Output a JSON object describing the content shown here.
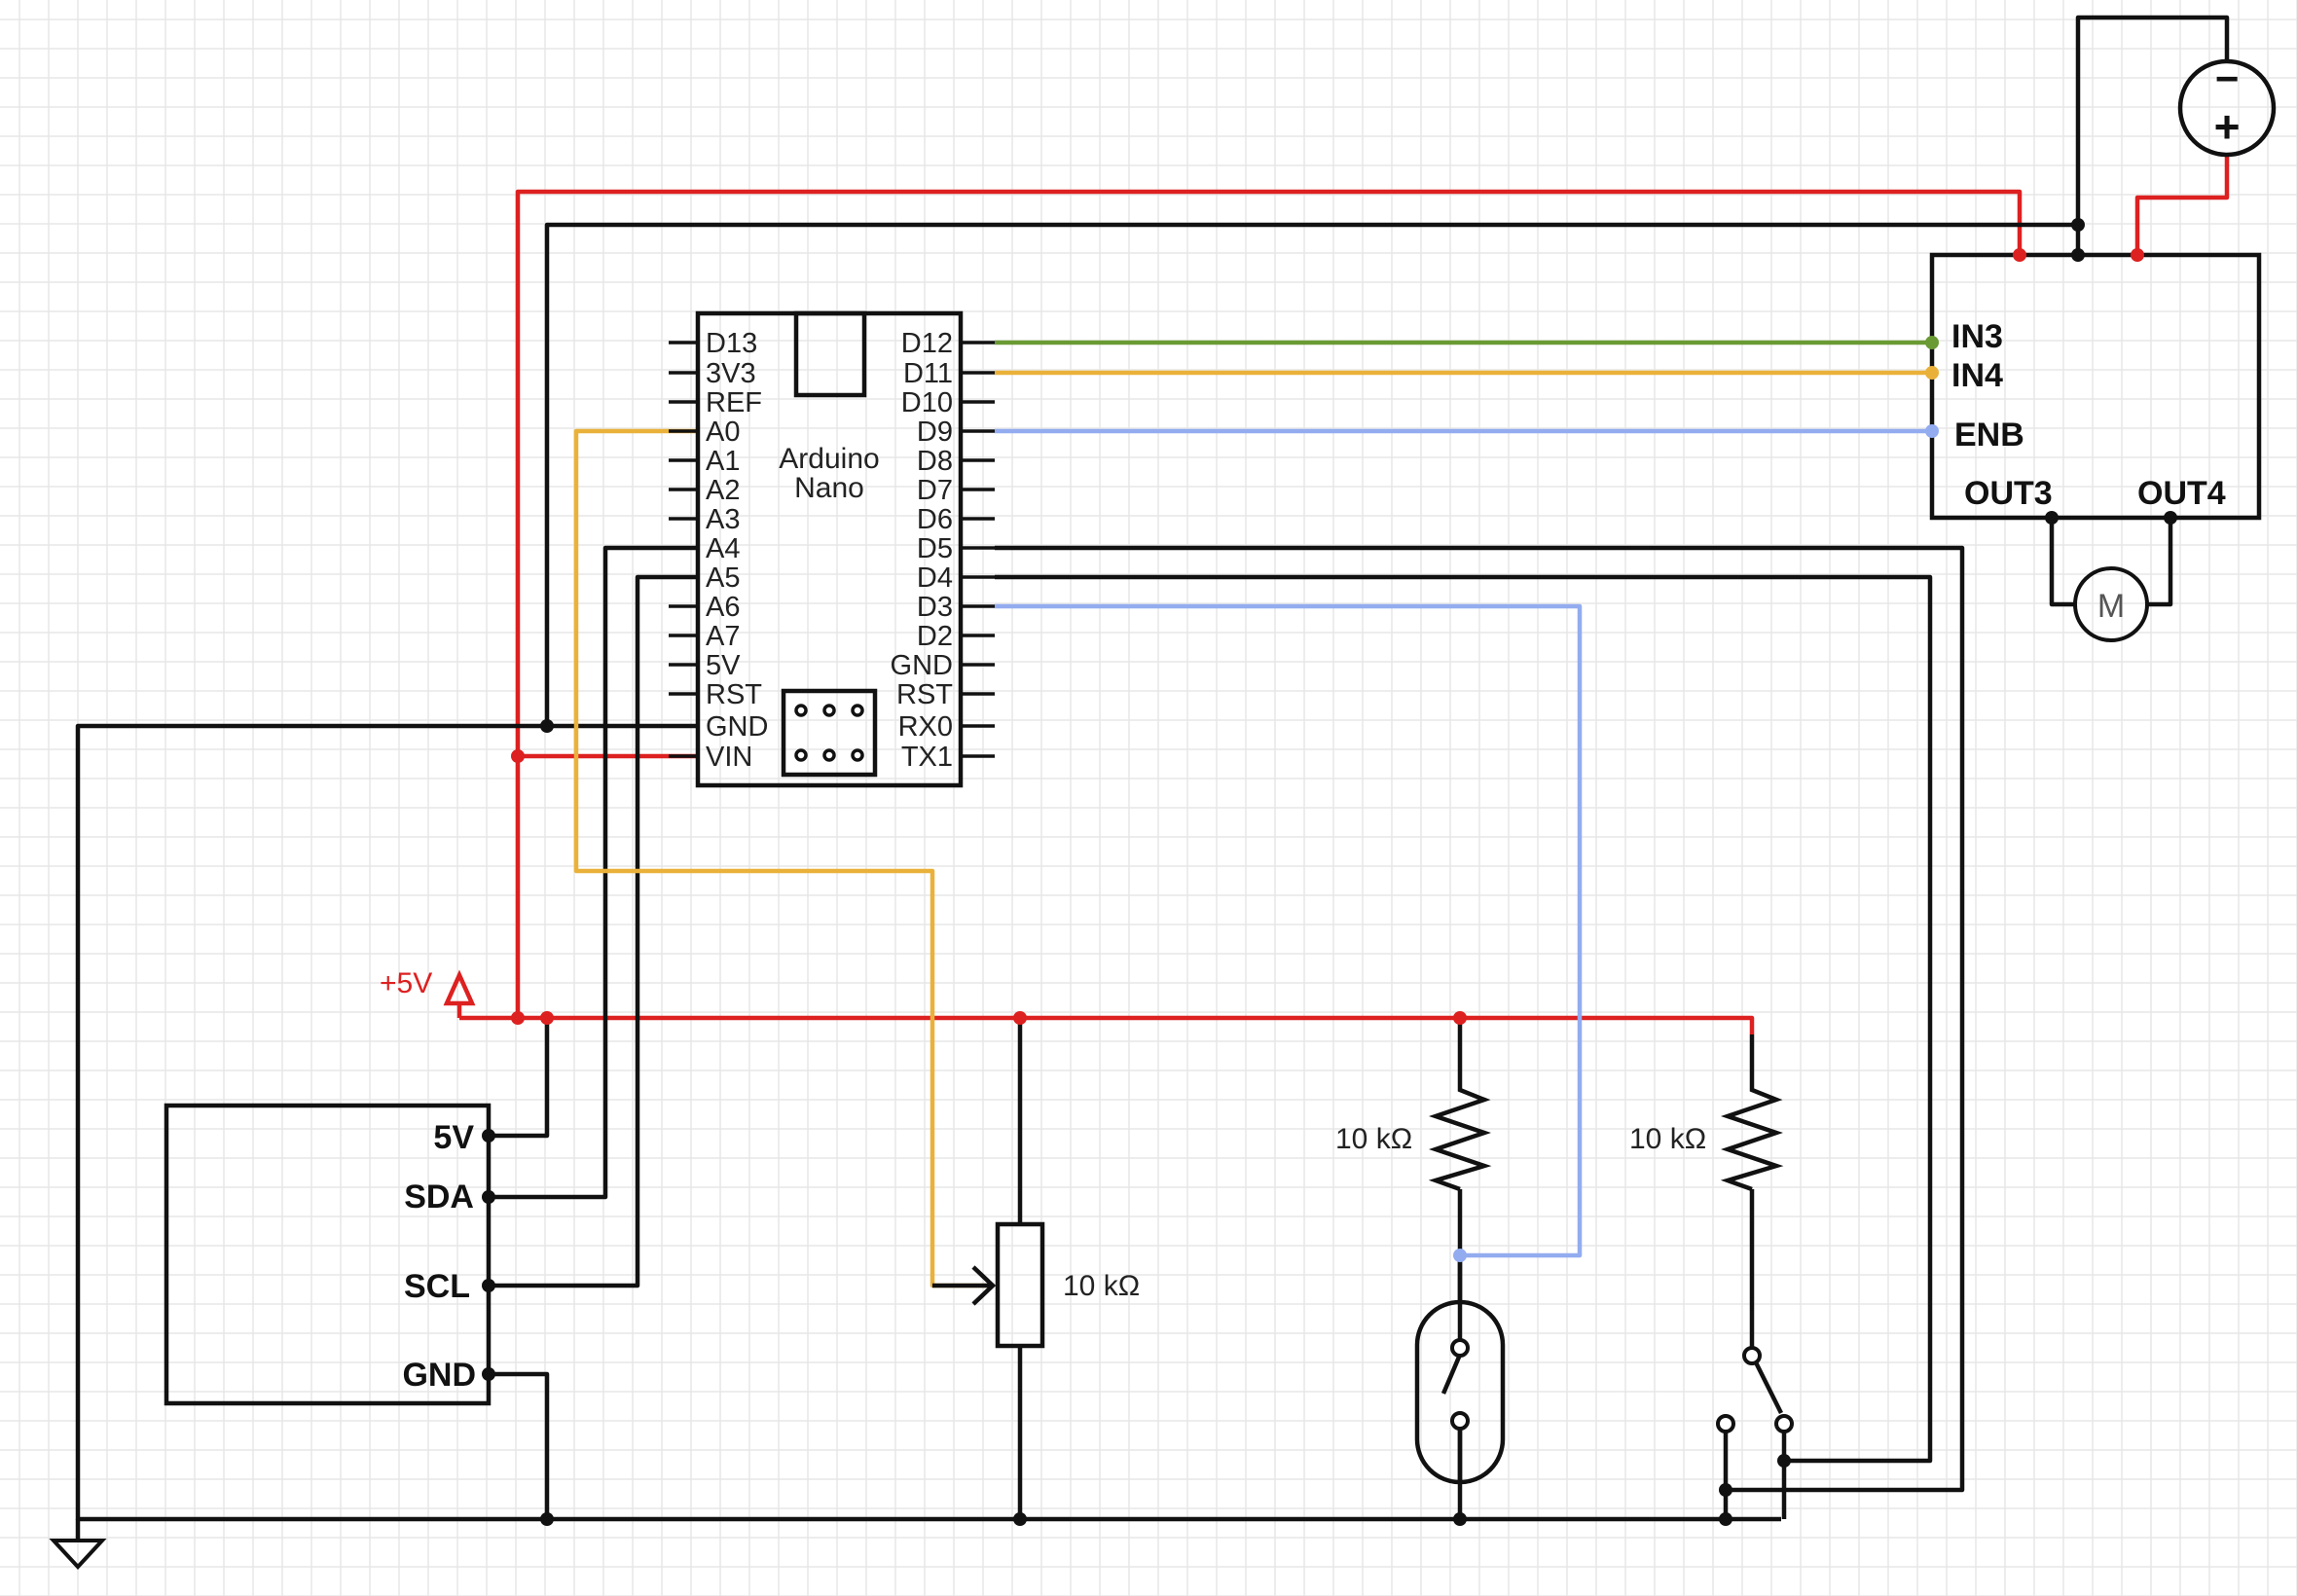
{
  "arduino": {
    "name_line1": "Arduino",
    "name_line2": "Nano",
    "left_pins": [
      "D13",
      "3V3",
      "REF",
      "A0",
      "A1",
      "A2",
      "A3",
      "A4",
      "A5",
      "A6",
      "A7",
      "5V",
      "RST",
      "GND",
      "VIN"
    ],
    "right_pins": [
      "D12",
      "D11",
      "D10",
      "D9",
      "D8",
      "D7",
      "D6",
      "D5",
      "D4",
      "D3",
      "D2",
      "GND",
      "RST",
      "RX0",
      "TX1"
    ]
  },
  "driver": {
    "in3": "IN3",
    "in4": "IN4",
    "enb": "ENB",
    "out3": "OUT3",
    "out4": "OUT4"
  },
  "motor": {
    "label": "M"
  },
  "battery": {
    "minus": "−",
    "plus": "+"
  },
  "power": {
    "label": "+5V"
  },
  "display": {
    "pin_5v": "5V",
    "pin_sda": "SDA",
    "pin_scl": "SCL",
    "pin_gnd": "GND"
  },
  "potentiometer": {
    "value": "10 kΩ"
  },
  "resistor_1": {
    "value": "10 kΩ"
  },
  "resistor_2": {
    "value": "10 kΩ"
  },
  "colors": {
    "red": "#dd2020",
    "black": "#111111",
    "green": "#6a9a34",
    "orange": "#eab13a",
    "blue": "#93acf0"
  }
}
